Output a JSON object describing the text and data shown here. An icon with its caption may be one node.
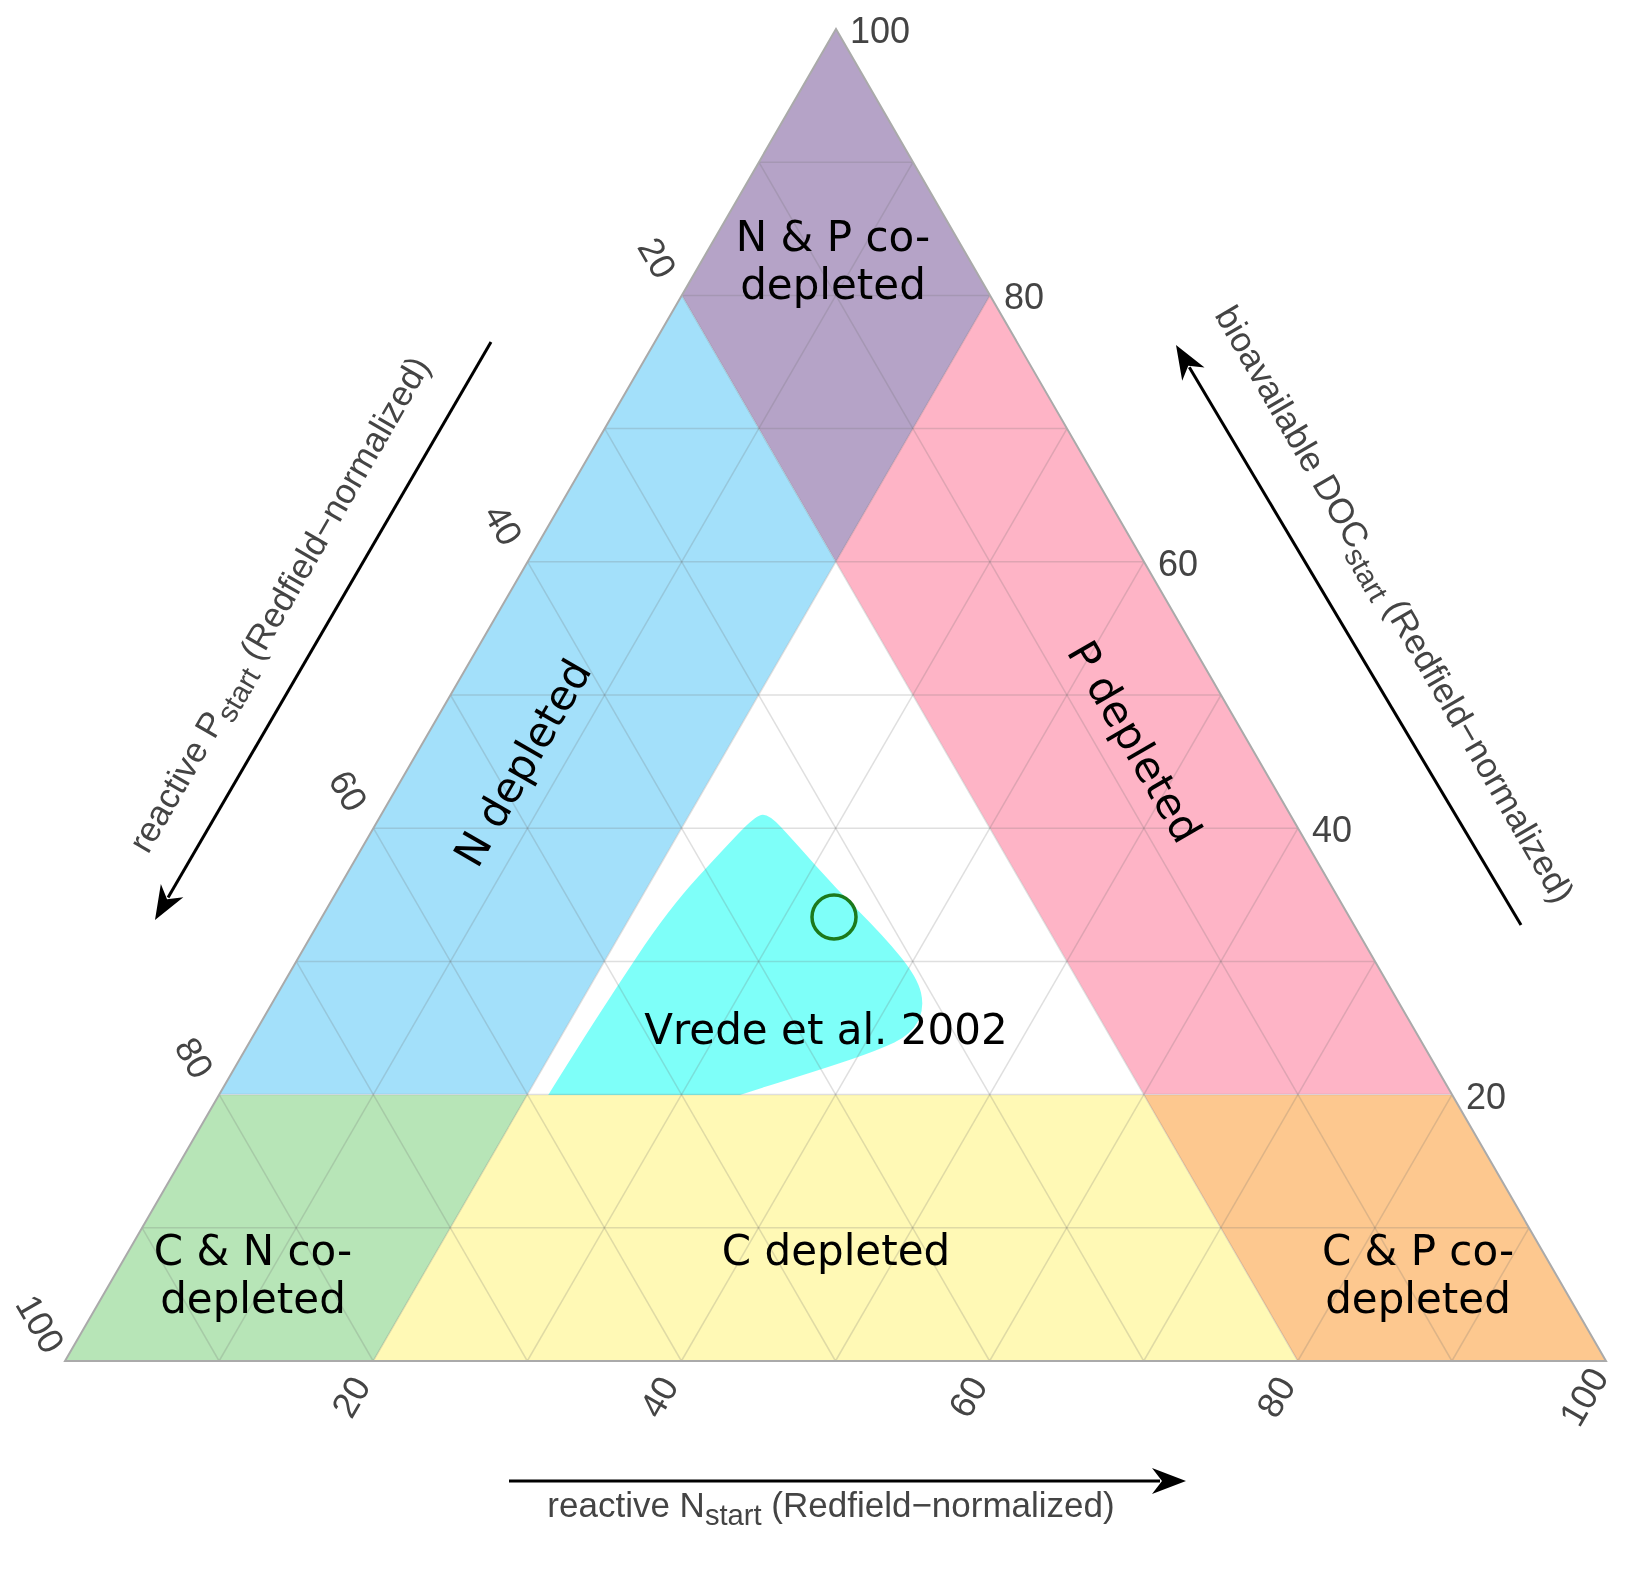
{
  "diagram": {
    "nodes": [
      {
        "text": [
          "N & P co-depleted"
        ]
      },
      {
        "text": [
          "N depleted"
        ]
      },
      {
        "text": [
          "P depleted"
        ]
      },
      {
        "text": [
          "Vrede et al. 2002"
        ]
      },
      {
        "text": [
          "C & N co-depleted"
        ]
      },
      {
        "text": [
          "C depleted"
        ]
      },
      {
        "text": [
          "C & P co-depleted"
        ]
      }
    ],
    "labels": [
      "100",
      "80",
      "60",
      "40",
      "20",
      "20",
      "40",
      "60",
      "80",
      "100",
      "20",
      "40",
      "60",
      "80",
      "100",
      "reactive P$_{start}$ (Redfield−normalized)",
      "bioavailable DOC$_{start}$ (Redfield−normalized)",
      "reactive N$_{start}$ (Redfield−normalized)"
    ]
  }
}
